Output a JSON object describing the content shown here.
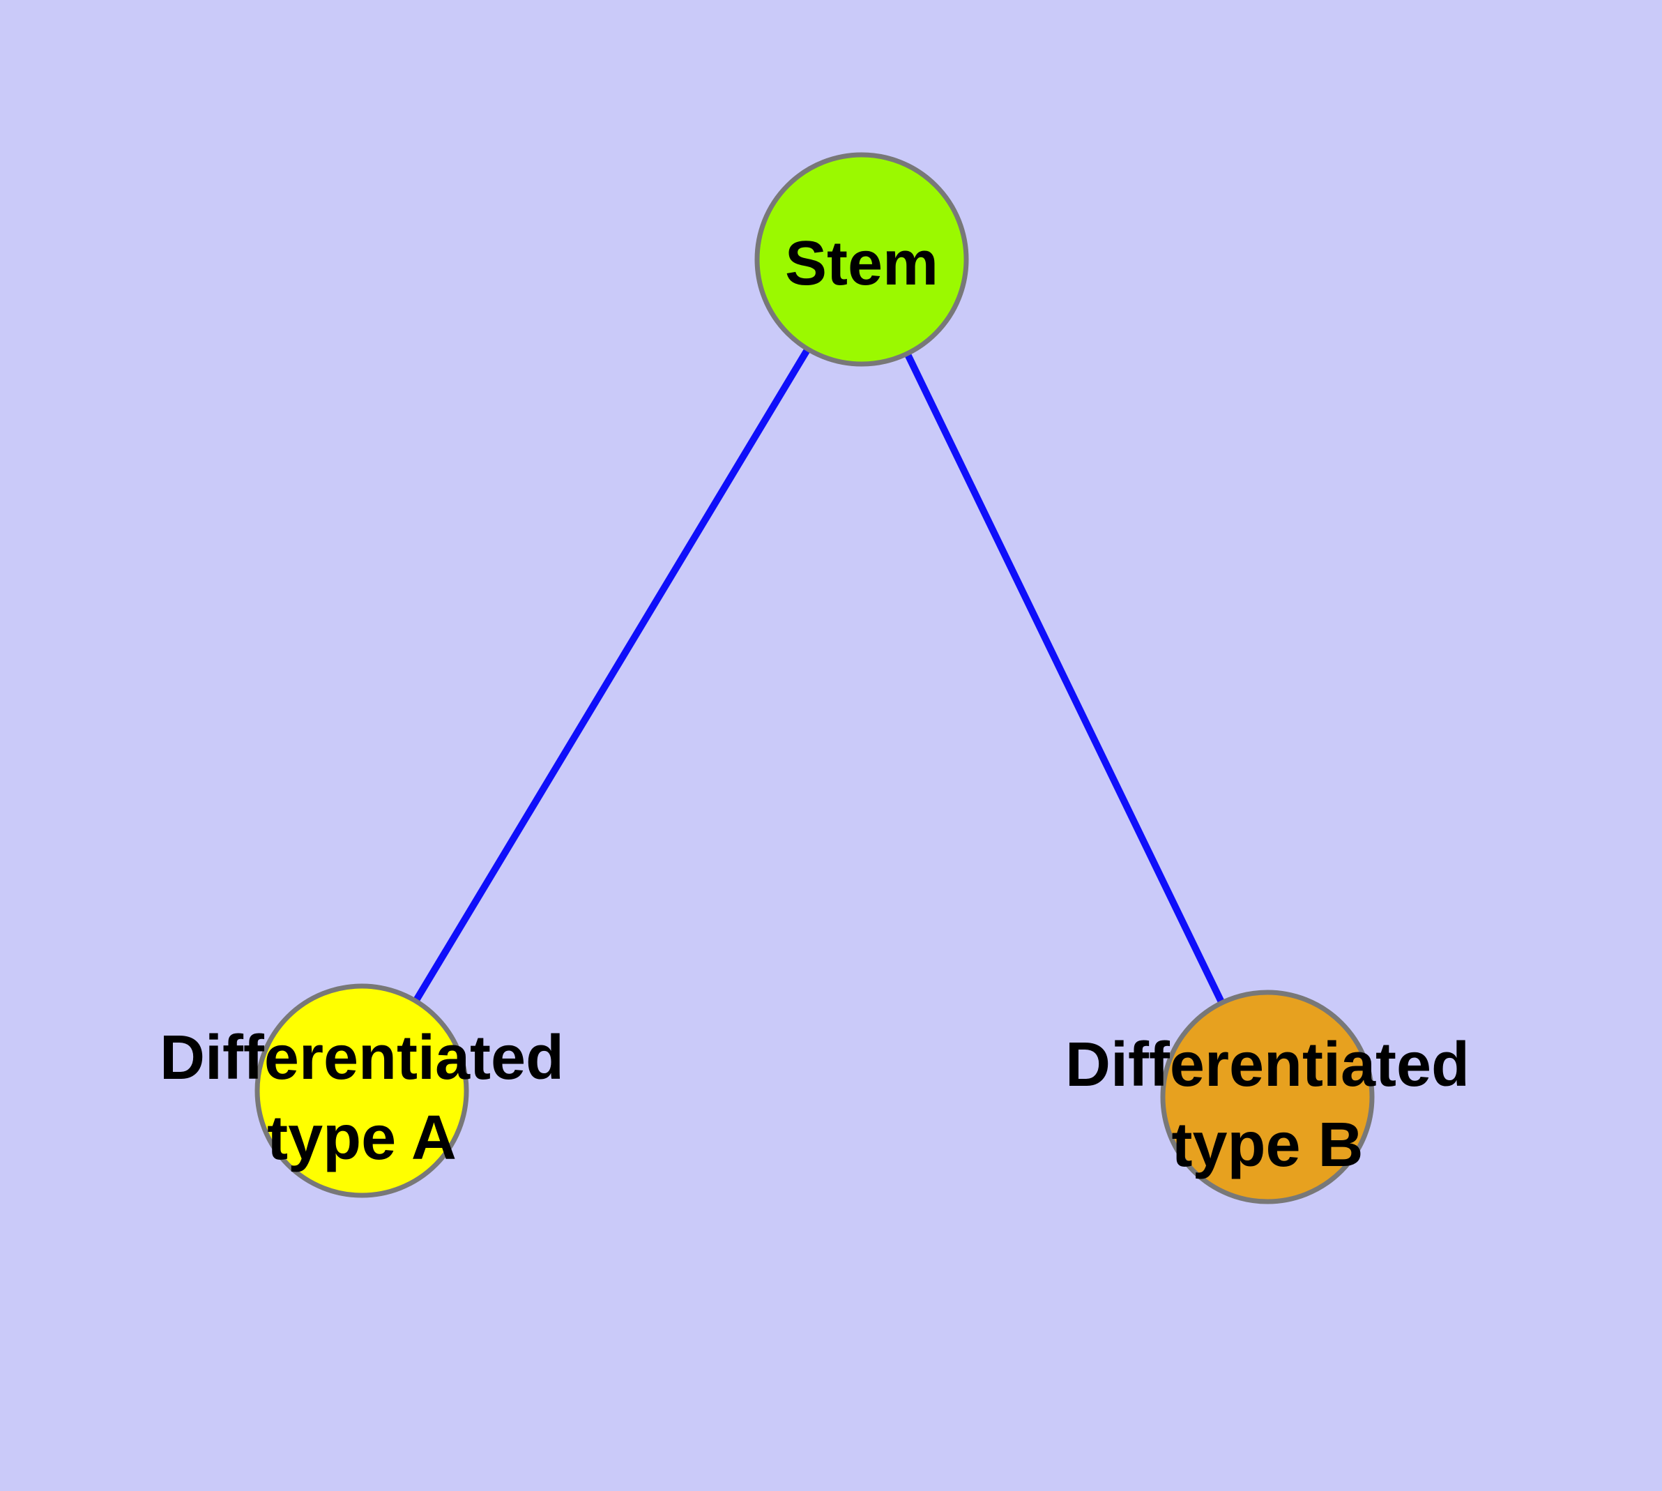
{
  "diagram": {
    "background_color": "#CACAF9",
    "edge_color": "#0F0FFA",
    "node_border_color": "#787878",
    "text_color": "#000000",
    "nodes": [
      {
        "id": "stem",
        "label": "Stem",
        "fill": "#9BF900"
      },
      {
        "id": "differentiated-type-a",
        "label_line1": "Differentiated",
        "label_line2": "type A",
        "fill": "#FFFF00"
      },
      {
        "id": "differentiated-type-b",
        "label_line1": "Differentiated",
        "label_line2": "type B",
        "fill": "#E7A11F"
      }
    ],
    "edges": [
      {
        "from": "stem",
        "to": "differentiated-type-a"
      },
      {
        "from": "stem",
        "to": "differentiated-type-b"
      }
    ]
  }
}
